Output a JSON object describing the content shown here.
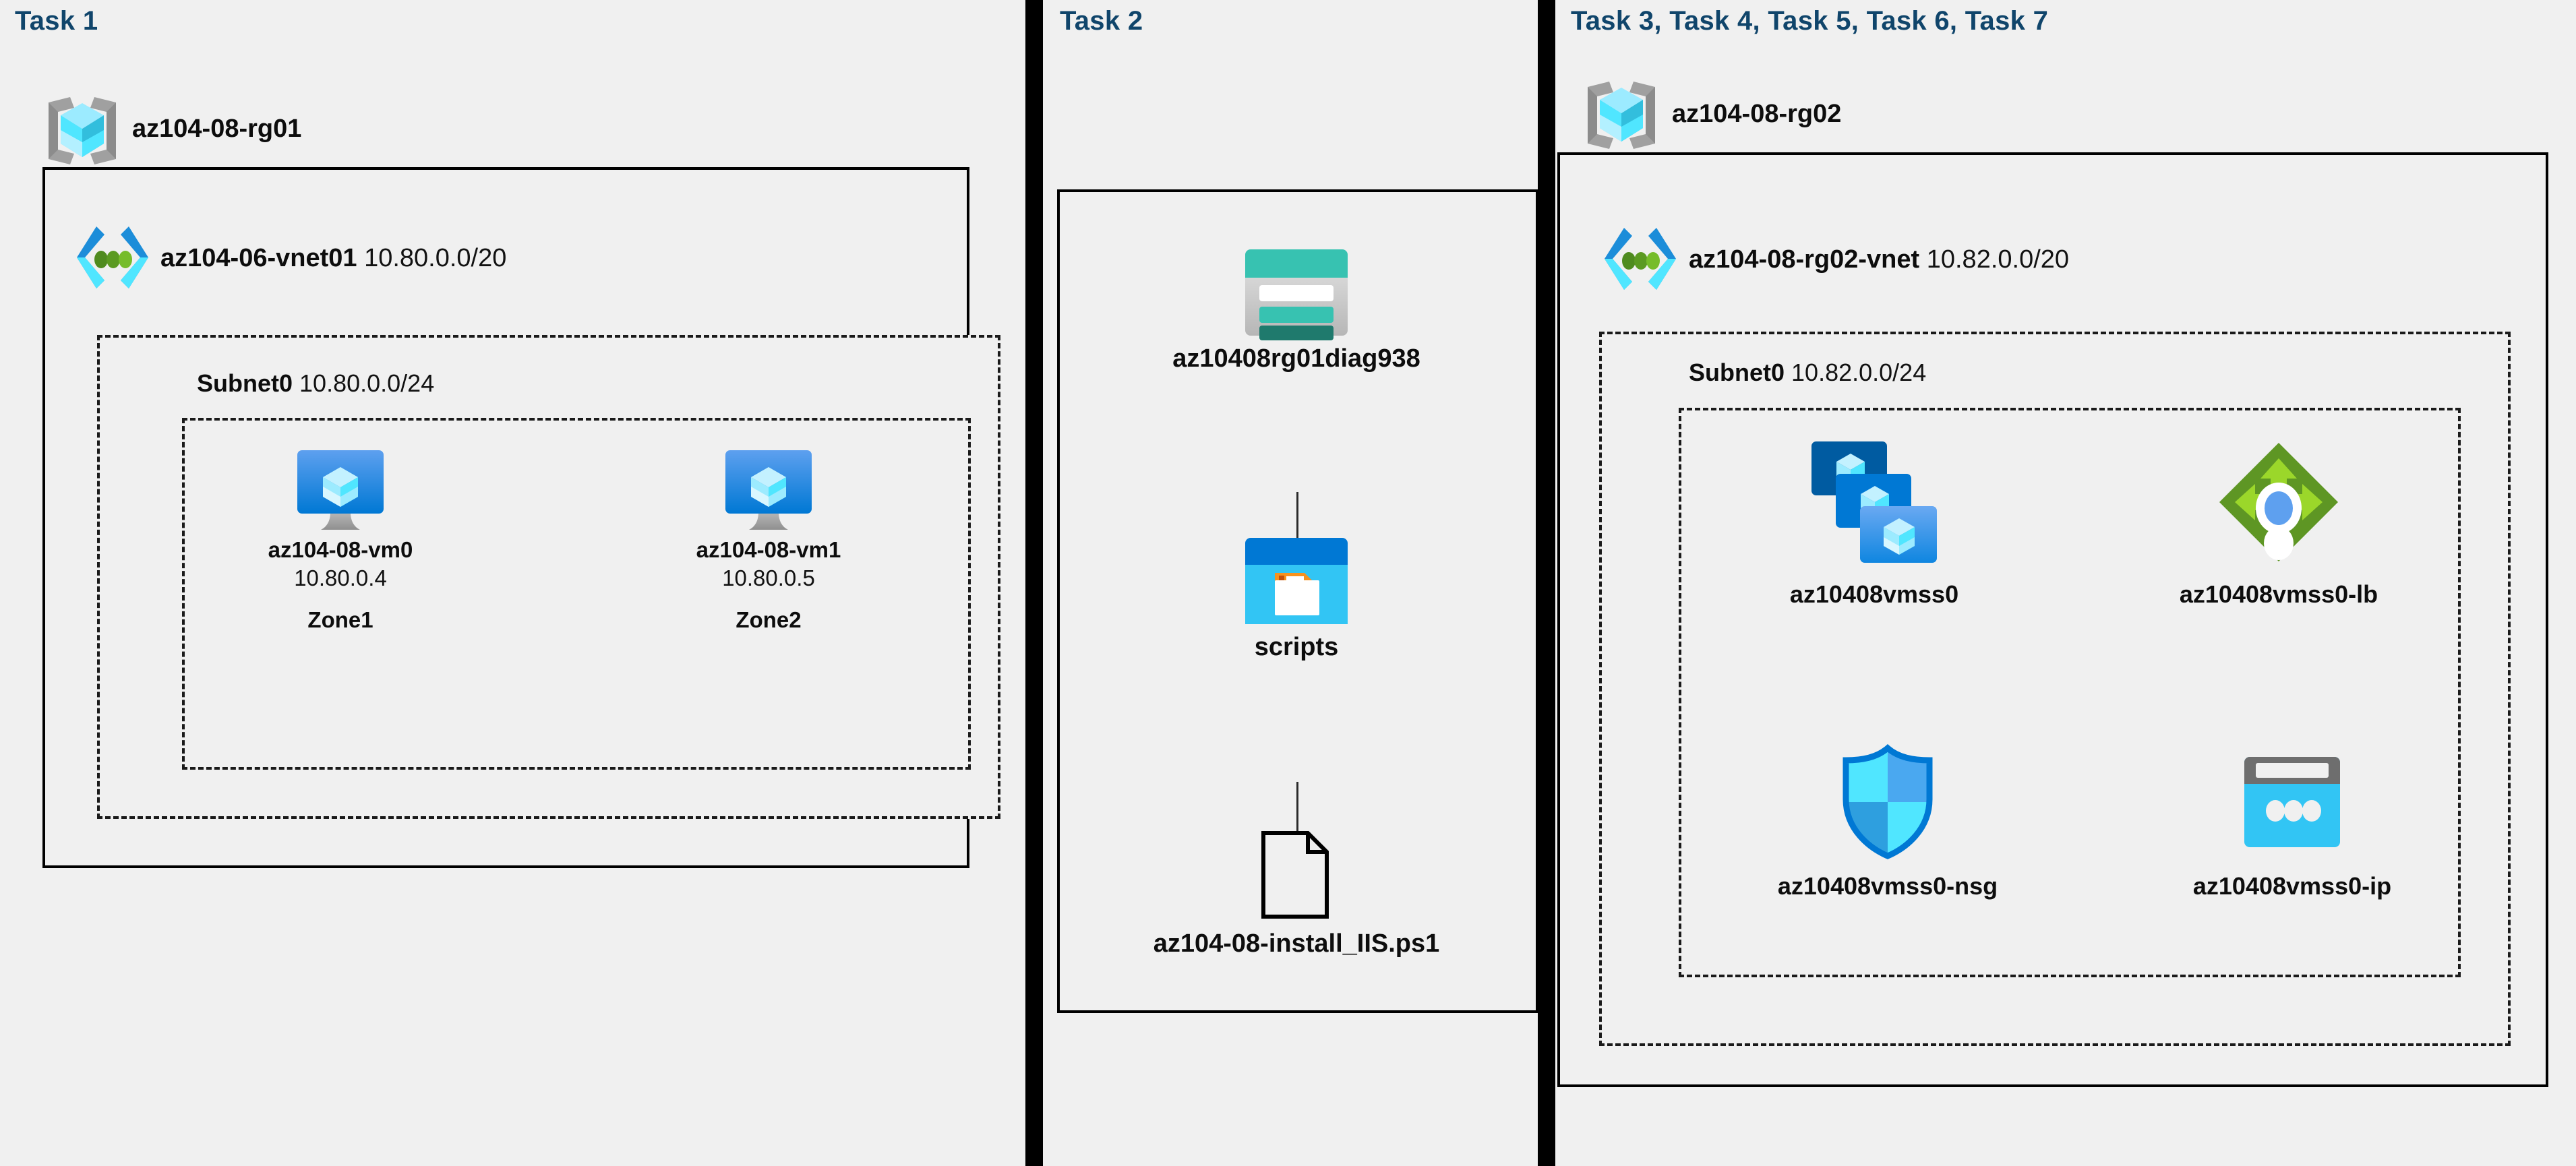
{
  "diagram": {
    "title": "Azure AZ-104 Module 08 lab architecture",
    "background": "#ffffff",
    "panel_background": "#f0f0f0",
    "header_color": "#10456b",
    "border_color": "#000000"
  },
  "panels": [
    {
      "id": "panel1",
      "header": "Task 1",
      "resource_group": {
        "name": "az104-08-rg01",
        "icon": "resource-group-icon"
      },
      "vnet": {
        "name": "az104-06-vnet01",
        "cidr": "10.80.0.0/20",
        "icon": "virtual-network-icon"
      },
      "subnet": {
        "name": "Subnet0",
        "cidr": "10.80.0.0/24"
      },
      "vms": [
        {
          "name": "az104-08-vm0",
          "ip": "10.80.0.4",
          "zone": "Zone1",
          "icon": "virtual-machine-icon"
        },
        {
          "name": "az104-08-vm1",
          "ip": "10.80.0.5",
          "zone": "Zone2",
          "icon": "virtual-machine-icon"
        }
      ]
    },
    {
      "id": "panel2",
      "header": "Task 2",
      "nodes": [
        {
          "name": "az10408rg01diag938",
          "icon": "storage-account-icon"
        },
        {
          "name": "scripts",
          "icon": "blob-container-icon"
        },
        {
          "name": "az104-08-install_IIS.ps1",
          "icon": "file-icon"
        }
      ]
    },
    {
      "id": "panel3",
      "header": "Task 3, Task 4, Task 5, Task 6, Task 7",
      "resource_group": {
        "name": "az104-08-rg02",
        "icon": "resource-group-icon"
      },
      "vnet": {
        "name": "az104-08-rg02-vnet",
        "cidr": "10.82.0.0/20",
        "icon": "virtual-network-icon"
      },
      "subnet": {
        "name": "Subnet0",
        "cidr": "10.82.0.0/24"
      },
      "resources": [
        {
          "name": "az10408vmss0",
          "icon": "vm-scale-set-icon"
        },
        {
          "name": "az10408vmss0-lb",
          "icon": "load-balancer-icon"
        },
        {
          "name": "az10408vmss0-nsg",
          "icon": "network-security-group-icon"
        },
        {
          "name": "az10408vmss0-ip",
          "icon": "public-ip-address-icon"
        }
      ]
    }
  ],
  "colors": {
    "task_header": "#10456b",
    "resource_group_cube_light": "#9cebff",
    "resource_group_cube_mid": "#50e6ff",
    "resource_group_cube_dark": "#32bedd",
    "resource_group_bracket": "#a0a0a0",
    "vnet_bracket_dark": "#1c8dd9",
    "vnet_bracket_light": "#50e6ff",
    "vnet_dot": "#5e9624",
    "vm_screen_top": "#5ea0ef",
    "vm_screen_bottom": "#0078d4",
    "vm_stand": "#a3a3a3",
    "storage_teal": "#37c2b1",
    "storage_teal_dark": "#1f7a6d",
    "storage_gray": "#d6d6d6",
    "blob_header": "#0078d4",
    "blob_body": "#32c5f4",
    "blob_tab": "#f7921e",
    "vmss_back": "#005ba1",
    "vmss_mid": "#0078d4",
    "vmss_front": "#5ea0ef",
    "lb_diamond": "#5e9624",
    "lb_arrow": "#9bd72a",
    "lb_center": "#5ea0ef",
    "nsg_outline": "#0078d4",
    "nsg_light": "#50e6ff",
    "nsg_mid": "#32bedd",
    "ip_header": "#6e6e6e",
    "ip_body": "#32c5f4"
  }
}
